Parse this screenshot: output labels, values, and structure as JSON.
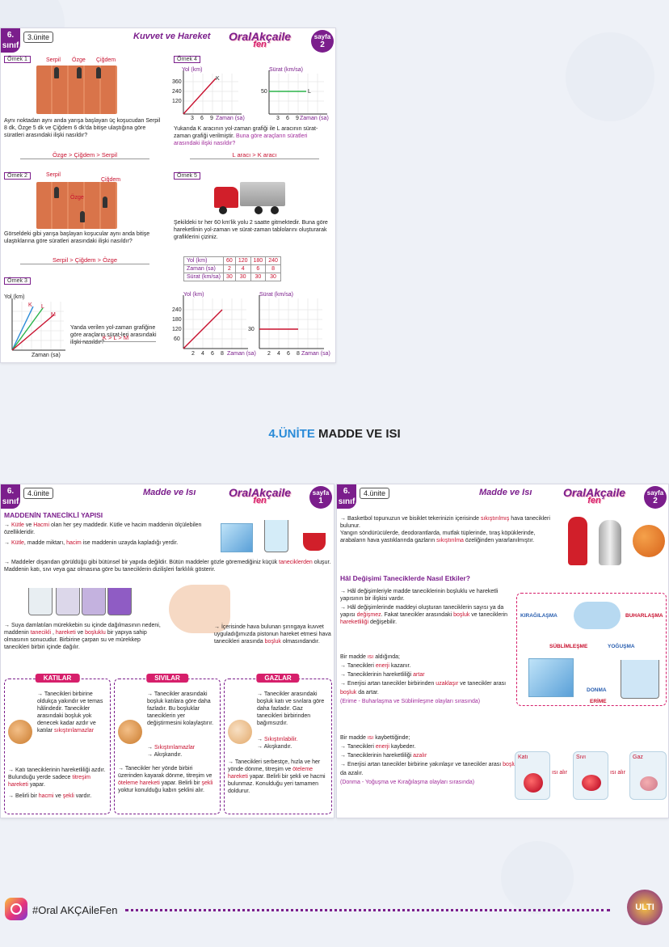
{
  "page1": {
    "grade": "6.",
    "grade_label": "sınıf",
    "unit": "3.ünite",
    "title": "Kuvvet ve Hareket",
    "brand_top": "OralAkçaile",
    "brand_bottom": "fen",
    "page_label": "sayfa",
    "page_no": "2",
    "ex1": {
      "label": "Örnek 1",
      "runners": [
        "Serpil",
        "Özge",
        "Çiğdem"
      ],
      "question": "Aynı noktadan aynı anda yarışa başlayan üç koşucudan Serpil 8 dk, Özge 5 dk ve Çiğdem 6 dk'da bitişe ulaştığına göre süratleri arasındaki ilişki nasıldır?",
      "answer": "Özge > Çiğdem > Serpil"
    },
    "ex2": {
      "label": "Örnek 2",
      "runners": [
        "Serpil",
        "Çiğdem",
        "Özge"
      ],
      "question": "Görseldeki gibi yarışa başlayan koşucular aynı anda bitişe ulaştıklarına göre süratleri arasındaki ilişki nasıldır?",
      "answer": "Serpil > Çiğdem > Özge"
    },
    "ex3": {
      "label": "Örnek 3",
      "ylabel": "Yol (km)",
      "xlabel": "Zaman (sa)",
      "lines": [
        "K",
        "L",
        "M"
      ],
      "question": "Yanda verilen yol-zaman grafiğine göre araçların sürat-leri arasındaki ilişki nasıldır?",
      "answer": "K > L > M"
    },
    "ex4": {
      "label": "Örnek 4",
      "g1_ylabel": "Yol (km)",
      "g1_xlabel": "Zaman (sa)",
      "g1_yticks": [
        "360",
        "240",
        "120"
      ],
      "g1_xticks": [
        "3",
        "6",
        "9"
      ],
      "g1_line": "K",
      "g2_ylabel": "Sürat (km/sa)",
      "g2_xlabel": "Zaman (sa)",
      "g2_ytick": "50",
      "g2_xticks": [
        "3",
        "6",
        "9"
      ],
      "g2_line": "L",
      "question_a": "Yukarıda K aracının yol-zaman grafiği ile L aracının sürat-zaman grafiği verilmiştir.",
      "question_b": "Buna göre araçların süratleri arasındaki ilişki nasıldır?",
      "answer": "L aracı > K aracı"
    },
    "ex5": {
      "label": "Örnek 5",
      "question": "Şekildeki tır her 60 km'lik yolu 2 saatte gitmektedir. Buna göre hareketlinin yol-zaman ve sürat-zaman tablolarını oluşturarak grafiklerini çiziniz.",
      "table_rows": [
        {
          "head": "Yol (km)",
          "vals": [
            "60",
            "120",
            "180",
            "240"
          ]
        },
        {
          "head": "Zaman (sa)",
          "vals": [
            "2",
            "4",
            "6",
            "8"
          ]
        },
        {
          "head": "Sürat (km/sa)",
          "vals": [
            "30",
            "30",
            "30",
            "30"
          ]
        }
      ],
      "g1_ylabel": "Yol (km)",
      "g1_xlabel": "Zaman (sa)",
      "g1_yticks": [
        "240",
        "180",
        "120",
        "60"
      ],
      "g1_xticks": [
        "2",
        "4",
        "6",
        "8"
      ],
      "g2_ylabel": "Sürat (km/sa)",
      "g2_xlabel": "Zaman (sa)",
      "g2_ytick": "30",
      "g2_xticks": [
        "2",
        "4",
        "6",
        "8"
      ]
    }
  },
  "section_title_num": "4.ÜNİTE",
  "section_title_rest": " MADDE VE ISI",
  "page2": {
    "grade": "6.",
    "grade_label": "sınıf",
    "unit": "4.ünite",
    "title": "Madde ve Isı",
    "page_label": "sayfa",
    "page_no": "1",
    "heading": "MADDENİN TANECİKLİ YAPISI",
    "p1_a": "Kütle",
    "p1_b": "Hacmi",
    "p1_text1": "ve",
    "p1_text2": "olan her şey maddedir. Kütle ve hacim maddenin ölçülebilen özellikleridir.",
    "p2_a": "Kütle",
    "p2_b": "hacim",
    "p2_text1": ", madde miktarı,",
    "p2_text2": "ise maddenin uzayda kapladığı yerdir.",
    "p3_text": "Maddeler dışarıdan görüldüğü gibi bütünsel bir yapıda değildir. Bütün maddeler gözle göremediğiniz küçük",
    "p3_ans": "taneciklerden",
    "p3_text2": "oluşur. Maddenin katı, sıvı veya gaz olmasına göre bu taneciklerin dizilişleri farklılık gösterir.",
    "ink_text1": "Suya damlatılan mürekkebin su içinde dağılmasının nedeni, maddenin",
    "ink_ans1": "tanecikli",
    "ink_ans2": "hareketi",
    "ink_text2": "ve",
    "ink_ans3": "boşluklu",
    "ink_text3": "bir yapıya sahip olmasının sonucudur. Birbirine çarpan su ve mürekkep tanecikleri birbiri içinde dağılır.",
    "syr_text1": "İçerisinde hava bulunan şırıngaya kuvvet uyguladığımızda pistonun hareket etmesi hava tanecikleri arasında",
    "syr_ans": "boşluk",
    "syr_text2": "olmasındandır.",
    "solid": {
      "head": "KATILAR",
      "t1": "Tanecikleri birbirine oldukça yakındır ve temas hâlindedir. Tanecikler arasındaki boşluk yok denecek kadar azdır ve katılar",
      "ans1": "sıkıştırılamazlar",
      "t2": "Katı taneciklerinin hareketliliği azdır. Bulunduğu yerde sadece",
      "ans2": "titreşim hareketi",
      "t3": "yapar.",
      "t4": "Belirli bir",
      "ans3": "hacmi",
      "t5": "ve",
      "ans4": "şekli",
      "t6": "vardır."
    },
    "liquid": {
      "head": "SIVILAR",
      "t1": "Tanecikler arasındaki boşluk katılara göre daha fazladır. Bu boşluklar taneciklerin yer değiştirmesini kolaylaştırır.",
      "ans1": "Sıkıştırılamazlar",
      "ans2": "Akışkandır.",
      "t2": "Tanecikler her yönde birbiri üzerinden kayarak dönme, titreşim ve",
      "ans3": "öteleme hareketi",
      "t3": "yapar. Belirli bir",
      "ans4": "şekli",
      "t4": "yoktur konulduğu kabın şeklini alır."
    },
    "gas": {
      "head": "GAZLAR",
      "t1": "Tanecikler arasındaki boşluk katı ve sıvılara göre daha fazladır. Gaz tanecikleri birbirinden bağımsızdır.",
      "ans1": "Sıkıştırılabilir.",
      "ans2": "Akışkandır.",
      "t2": "Tanecikleri serbestçe, hızla ve her yönde dönme, titreşim ve",
      "ans3": "öteleme hareketi",
      "t3": "yapar. Belirli bir şekli ve hacmi bulunmaz. Konulduğu yeri tamamen doldurur."
    }
  },
  "page3": {
    "grade": "6.",
    "grade_label": "sınıf",
    "unit": "4.ünite",
    "title": "Madde ve Isı",
    "page_label": "sayfa",
    "page_no": "2",
    "p1_t1": "Basketbol topunuzun ve bisiklet tekerinizin içerisinde",
    "p1_ans": "sıkıştırılmış",
    "p1_t2": "hava tanecikleri bulunur.",
    "p1_t3": "Yangın söndürücülerde, deodorantlarda, mutfak tüplerinde, tıraş köpüklerinde, arabaların hava yastıklarında gazların",
    "p1_ans2": "sıkıştırılma",
    "p1_t4": "özeliğinden yararlanılmıştır.",
    "heading": "Hâl Değişimi Taneciklerde Nasıl Etkiler?",
    "h1": "Hâl değişimleriyle madde taneciklerinin boşluklu ve hareketli yapısının bir ilişkisi vardır.",
    "h2_t1": "Hâl değişimlerinde maddeyi oluşturan taneciklerin sayısı ya da yapısı",
    "h2_ans1": "değişmez",
    "h2_t2": ". Fakat tanecikler arasındaki",
    "h2_ans2": "boşluk",
    "h2_t3": "ve taneciklerin",
    "h2_ans3": "hareketliliği",
    "h2_t4": "değişebilir.",
    "gain_t1": "Bir madde",
    "gain_ans1": "ısı",
    "gain_t2": "aldığında;",
    "gain_t3": "Tanecikleri",
    "gain_ans2": "enerji",
    "gain_t4": "kazanır.",
    "gain_t5": "Taneciklerinin hareketliliği",
    "gain_ans3": "artar",
    "gain_t6": "Enerjisi artan tanecikler birbirinden",
    "gain_ans4": "uzaklaşır",
    "gain_t7": "ve tanecikler arası",
    "gain_ans5": "boşluk",
    "gain_t8": "da artar.",
    "gain_t9": "(Erime - Buharlaşma ve Süblimleşme olayları sırasında)",
    "lose_t1": "Bir madde",
    "lose_ans1": "ısı",
    "lose_t2": "kaybettiğinde;",
    "lose_t3": "Tanecikleri",
    "lose_ans2": "enerji",
    "lose_t4": "kaybeder.",
    "lose_t5": "Taneciklerinin hareketliliği",
    "lose_ans3": "azalır",
    "lose_t6": "Enerjisi artan tanecikler birbirine yakınlaşır ve tanecikler arası",
    "lose_ans4": "boşluk",
    "lose_t7": "da azalır.",
    "lose_t8": "(Donma - Yoğuşma ve Kırağılaşma olayları sırasında)",
    "cycle": [
      "KIRAĞILAŞMA",
      "BUHARLAŞMA",
      "SÜBLİMLEŞME",
      "YOĞUŞMA",
      "DONMA",
      "ERİME"
    ],
    "states": [
      "Katı",
      "Sıvı",
      "Gaz"
    ],
    "heat_in": "ısı alır"
  },
  "footer": {
    "handle": "#Oral AKÇAileFen",
    "logo": "ULTI"
  }
}
